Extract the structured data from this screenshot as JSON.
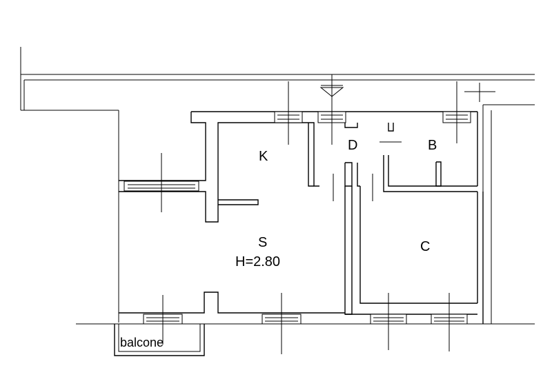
{
  "floor_plan": {
    "rooms": {
      "kitchen": "K",
      "hall": "D",
      "bathroom": "B",
      "living": "S",
      "bedroom": "C"
    },
    "ceiling_height": "H=2.80",
    "balcony": "balcone"
  },
  "colors": {
    "lines": "#000000",
    "background": "#ffffff"
  }
}
